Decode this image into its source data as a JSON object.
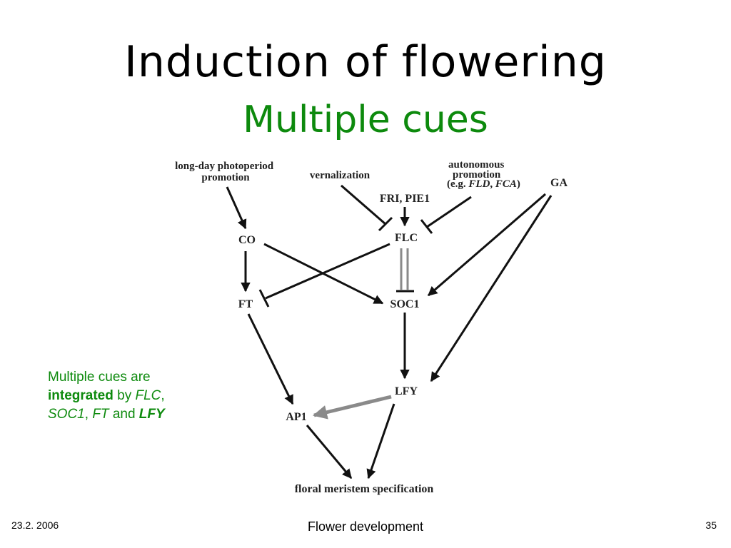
{
  "slide": {
    "title": "Induction of flowering",
    "subtitle": "Multiple cues"
  },
  "diagram": {
    "nodes": {
      "long_day": [
        "long-day photoperiod",
        "promotion"
      ],
      "vernalization": "vernalization",
      "autonomous": [
        "autonomous",
        "promotion"
      ],
      "autonomous_eg_prefix": "(e.g. ",
      "autonomous_eg_fld": "FLD",
      "autonomous_eg_sep": ", ",
      "autonomous_eg_fca": "FCA",
      "autonomous_eg_suffix": ")",
      "ga": "GA",
      "fri_pie1": "FRI, PIE1",
      "co": "CO",
      "flc": "FLC",
      "ft": "FT",
      "soc1": "SOC1",
      "lfy": "LFY",
      "ap1": "AP1",
      "floral": "floral meristem specification"
    }
  },
  "note": {
    "part1": "Multiple cues are",
    "integrated": "integrated",
    "by": "by",
    "flc": "FLC",
    "comma1": ",",
    "soc1": "SOC1",
    "comma2": ",",
    "ft": "FT",
    "and": "and",
    "lfy": "LFY"
  },
  "footer": {
    "date": "23.2. 2006",
    "title": "Flower development",
    "page": "35"
  },
  "colors": {
    "green": "#0d8a0d",
    "arrow": "#111111",
    "gray_arrow": "#8a8a8a"
  }
}
